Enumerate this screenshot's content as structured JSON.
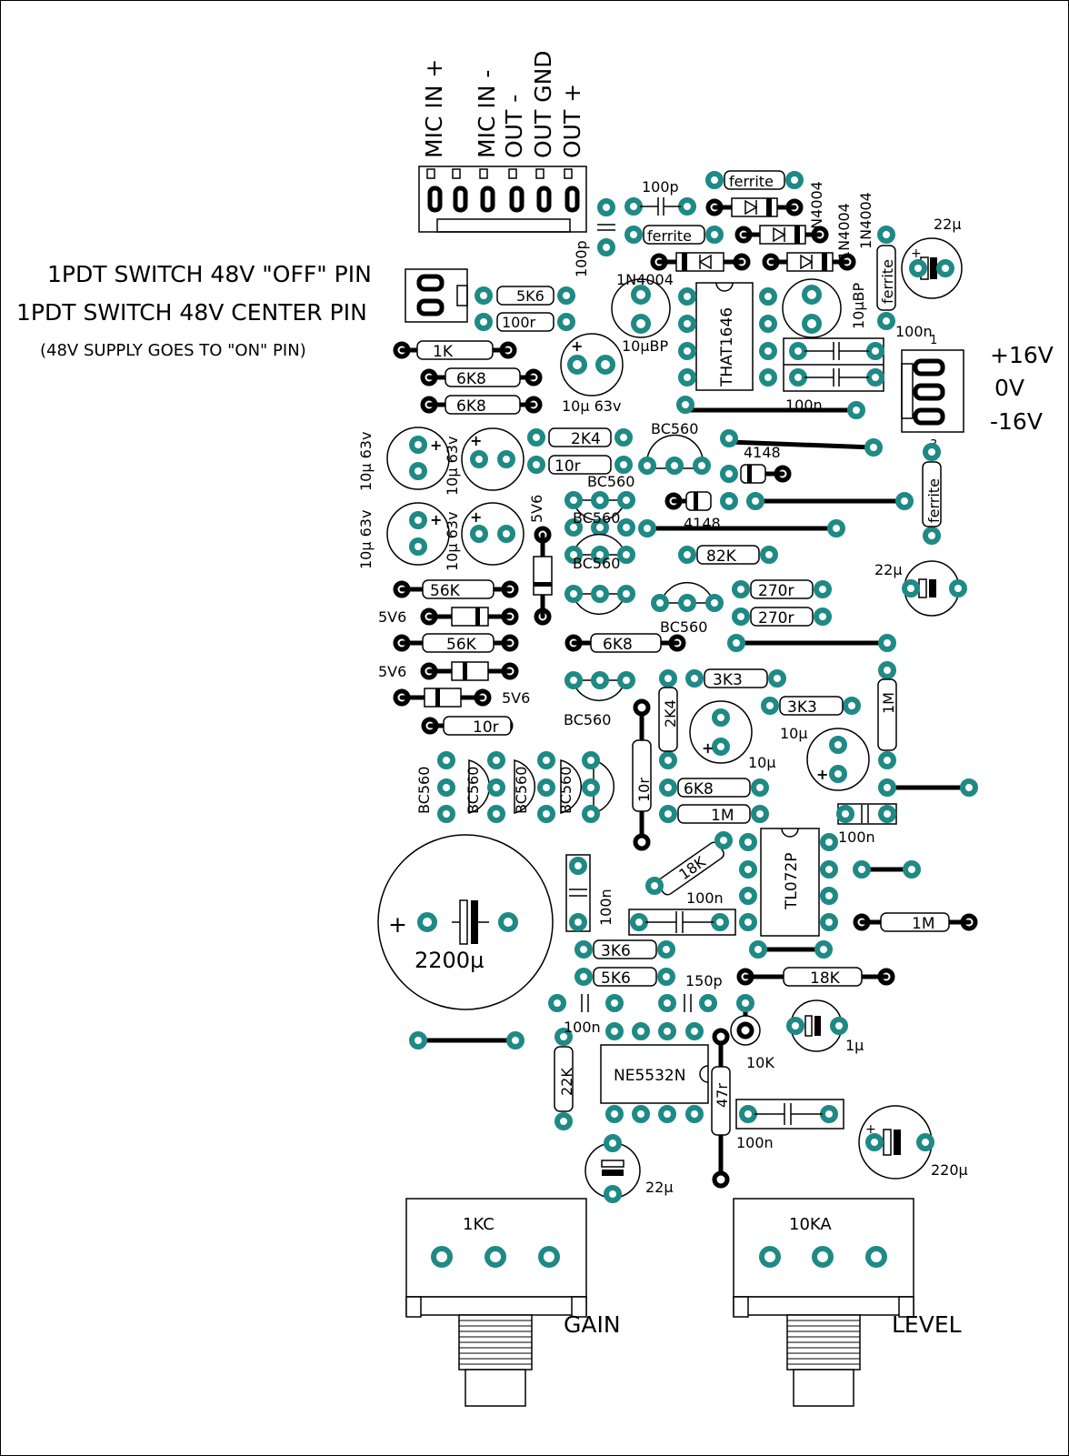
{
  "connector": {
    "pins": [
      "MIC IN +",
      "MIC IN -",
      "OUT -",
      "OUT GND",
      "OUT +"
    ]
  },
  "switch_notes": {
    "off_pin": "1PDT SWITCH 48V \"OFF\" PIN",
    "center_pin": "1PDT SWITCH 48V CENTER PIN",
    "supply_note": "(48V SUPPLY GOES TO \"ON\" PIN)"
  },
  "power": {
    "pos": "+16V",
    "zero": "0V",
    "neg": "-16V",
    "pin1": "1",
    "pin3": "3"
  },
  "resistors": {
    "r5k6_a": "5K6",
    "r100r": "100r",
    "r1k": "1K",
    "r6k8_a": "6K8",
    "r6k8_b": "6K8",
    "r2k4_a": "2K4",
    "r10r_a": "10r",
    "r56k_a": "56K",
    "r56k_b": "56K",
    "r10r_b": "10r",
    "r82k": "82K",
    "r270r_a": "270r",
    "r270r_b": "270r",
    "r6k8_c": "6K8",
    "r3k3_a": "3K3",
    "r3k3_b": "3K3",
    "r1m_a": "1M",
    "r2k4_b": "2K4",
    "r10r_c": "10r",
    "r6k8_d": "6K8",
    "r1m_b": "1M",
    "r18k_a": "18K",
    "r1m_c": "1M",
    "r3k6": "3K6",
    "r5k6_b": "5K6",
    "r18k_b": "18K",
    "r22k": "22K",
    "r47r": "47r"
  },
  "capacitors": {
    "c100p_a": "100p",
    "c100p_b": "100p",
    "c10ubp_a": "10µBP",
    "c10ubp_b": "10µBP",
    "c22u_a": "22µ",
    "c100n_a": "100n",
    "c100n_b": "100n",
    "c10u63_a": "10µ 63v",
    "c10u63_b": "10µ 63v",
    "c10u63_c": "10µ 63v",
    "c10u63_d": "10µ 63v",
    "c10u63_e": "10µ 63v",
    "c22u_b": "22µ",
    "c10u_a": "10µ",
    "c10u_b": "10µ",
    "c100n_c": "100n",
    "c100n_d": "100n",
    "c100n_e": "100n",
    "c2200u": "2200µ",
    "c150p": "150p",
    "c100n_f": "100n",
    "c1u": "1µ",
    "c100n_g": "100n",
    "c220u": "220µ",
    "c22u_c": "22µ"
  },
  "semis": {
    "d1n4004_a": "1N4004",
    "d1n4004_b": "1N4004",
    "d1n4004_c": "1N4004",
    "ic_that": "THAT1646",
    "ic_tl072": "TL072P",
    "ic_ne5532": "NE5532N",
    "q_bc560_a": "BC560",
    "q_bc560_b": "BC560",
    "q_bc560_c": "BC560",
    "q_bc560_d": "BC560",
    "q_bc560_e": "BC560",
    "q_bc560_f": "BC560",
    "q_bc560_g": "BC560",
    "q_bc560_h": "BC560",
    "q_bc560_i": "BC560",
    "q_bc560_j": "BC560",
    "d4148_a": "4148",
    "d4148_b": "4148",
    "z5v6_a": "5V6",
    "z5v6_b": "5V6",
    "z5v6_c": "5V6",
    "z5v6_d": "5V6"
  },
  "ferrites": {
    "f_a": "ferrite",
    "f_b": "ferrite",
    "f_c": "ferrite",
    "f_d": "ferrite"
  },
  "trimmer": "10K",
  "pots": {
    "gain_value": "1KC",
    "gain_label": "GAIN",
    "level_value": "10KA",
    "level_label": "LEVEL"
  },
  "symbols": {
    "plus": "+"
  }
}
